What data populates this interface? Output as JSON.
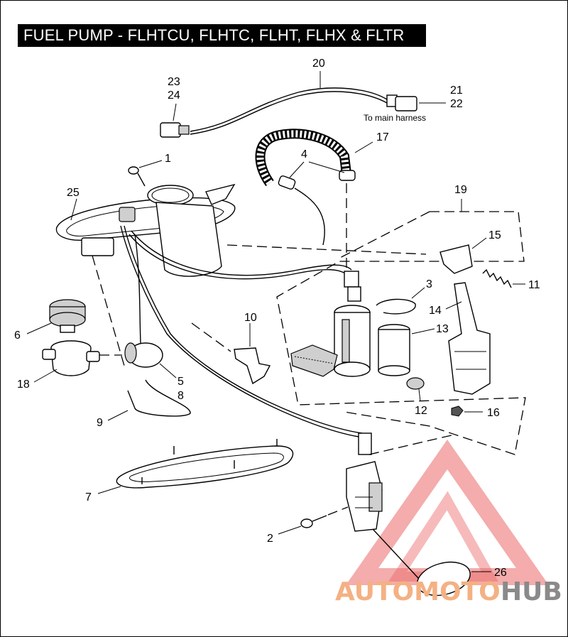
{
  "title": "FUEL PUMP - FLHTCU, FLHTC, FLHT, FLHX & FLTR",
  "note_main_harness": "To main harness",
  "watermark": {
    "brand_a": "AUTOMOTO",
    "brand_b": "HUB",
    "color_accent": "#f4b183",
    "color_mark": "#e84c4c",
    "color_dark": "#8a8a8a"
  },
  "callouts": {
    "c1": "1",
    "c2": "2",
    "c3": "3",
    "c4": "4",
    "c5": "5",
    "c6": "6",
    "c7": "7",
    "c8": "8",
    "c9": "9",
    "c10": "10",
    "c11": "11",
    "c12": "12",
    "c13": "13",
    "c14": "14",
    "c15": "15",
    "c16": "16",
    "c17": "17",
    "c18": "18",
    "c19": "19",
    "c20": "20",
    "c21": "21",
    "c22": "22",
    "c23": "23",
    "c24": "24",
    "c25": "25",
    "c26": "26"
  }
}
